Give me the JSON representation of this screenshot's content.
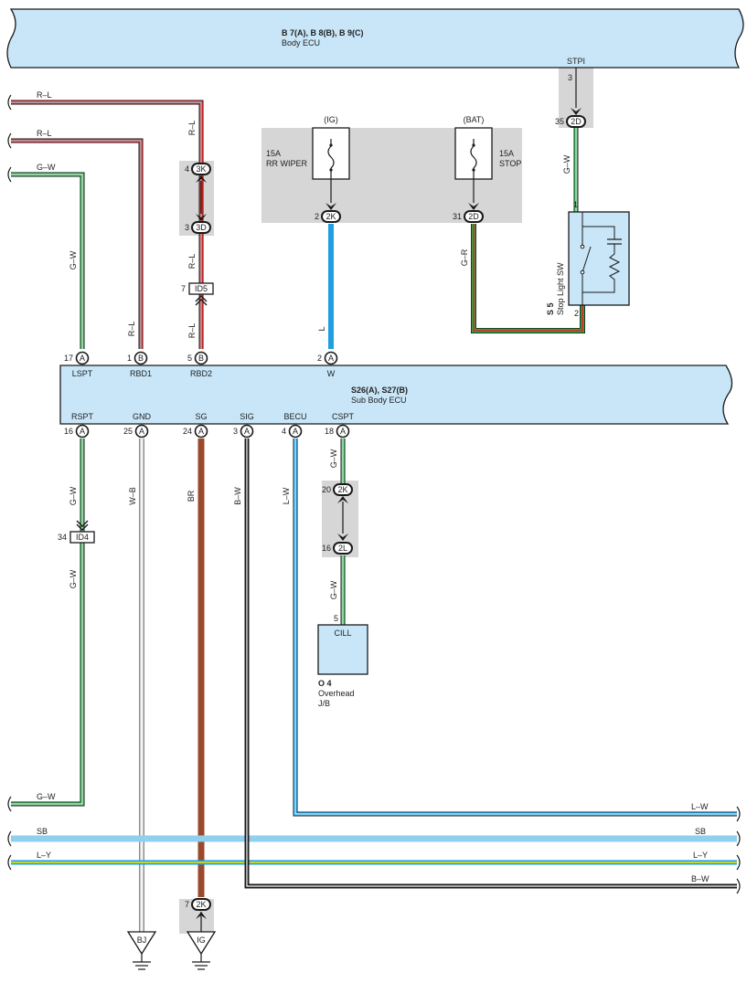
{
  "colors": {
    "ecu_fill": "#c8e6f8",
    "shade": "#d6d6d6",
    "red": "#e1251b",
    "green": "#2aa84a",
    "blue": "#1e9fe0",
    "light_blue": "#8fd0ef",
    "yellow": "#f2e600",
    "brown": "#9a4a2a",
    "white_wire": "#f4f4f4",
    "black": "#1a1a1a"
  },
  "body_ecu": {
    "codes": "B 7(A), B 8(B), B 9(C)",
    "name": "Body ECU",
    "pin_name": "STPI",
    "pin_num": "3"
  },
  "sub_body_ecu": {
    "codes": "S26(A), S27(B)",
    "name": "Sub Body ECU",
    "top_pins": [
      {
        "num": "17",
        "conn": "A",
        "name": "LSPT"
      },
      {
        "num": "1",
        "conn": "B",
        "name": "RBD1"
      },
      {
        "num": "5",
        "conn": "B",
        "name": "RBD2"
      },
      {
        "num": "2",
        "conn": "A",
        "name": "W"
      }
    ],
    "bottom_pins": [
      {
        "num": "16",
        "conn": "A",
        "name": "RSPT"
      },
      {
        "num": "25",
        "conn": "A",
        "name": "GND"
      },
      {
        "num": "24",
        "conn": "A",
        "name": "SG"
      },
      {
        "num": "3",
        "conn": "A",
        "name": "SIG"
      },
      {
        "num": "4",
        "conn": "A",
        "name": "BECU"
      },
      {
        "num": "18",
        "conn": "A",
        "name": "CSPT"
      }
    ]
  },
  "fuses": {
    "rr_wiper": {
      "source": "(IG)",
      "rating": "15A",
      "name": "RR WIPER",
      "conn": "2K",
      "pin": "2"
    },
    "stop": {
      "source": "(BAT)",
      "rating": "15A",
      "name": "STOP",
      "conn": "2D",
      "pin": "31"
    }
  },
  "stop_light_sw": {
    "code": "S 5",
    "name": "Stop Light SW",
    "pin_top": "1",
    "pin_bottom": "2"
  },
  "overhead_jb": {
    "code": "O 4",
    "name_line1": "Overhead",
    "name_line2": "J/B",
    "terminal": "CILL",
    "pin": "5"
  },
  "connectors": {
    "c2d_top": {
      "label": "2D",
      "pin": "35"
    },
    "c3k": {
      "label": "3K",
      "pin": "4"
    },
    "c3d": {
      "label": "3D",
      "pin": "3"
    },
    "id5": {
      "label": "ID5",
      "pin": "7"
    },
    "id4": {
      "label": "ID4",
      "pin": "34"
    },
    "c2k_mid": {
      "label": "2K",
      "pin": "20"
    },
    "c2l": {
      "label": "2L",
      "pin": "16"
    },
    "c2k_bottom": {
      "label": "2K",
      "pin": "7"
    }
  },
  "grounds": {
    "bj": "BJ",
    "ig": "IG"
  },
  "wire_labels": {
    "r_l": "R–L",
    "g_w": "G–W",
    "l": "L",
    "g_r": "G–R",
    "w_b": "W–B",
    "br": "BR",
    "b_w": "B–W",
    "l_w": "L–W",
    "sb": "SB",
    "l_y": "L–Y"
  }
}
